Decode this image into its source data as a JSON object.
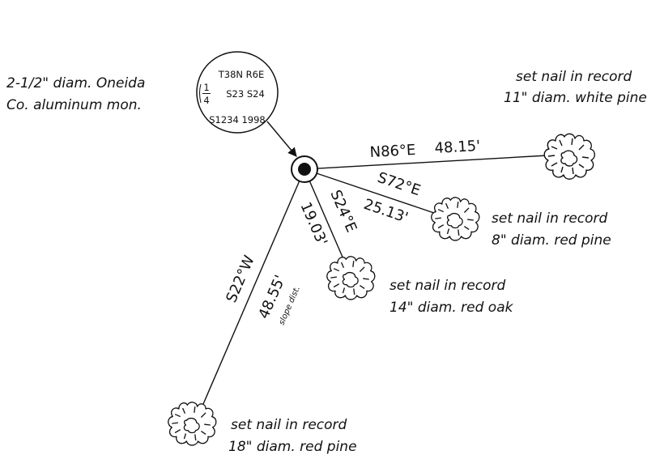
{
  "monument": {
    "description_line1": "2-1/2\" diam. Oneida",
    "description_line2": "Co. aluminum mon.",
    "cap": {
      "line1": "T38N R6E",
      "quarter_num": "1",
      "quarter_den": "4",
      "line2": "S23 S24",
      "line3": "S1234 1998"
    }
  },
  "ties": [
    {
      "bearing": "N86°E",
      "distance": "48.15'",
      "note_line1": "set nail in record",
      "note_line2": "11\" diam. white pine"
    },
    {
      "bearing": "S72°E",
      "distance": "25.13'",
      "note_line1": "set nail in record",
      "note_line2": "8\" diam. red pine"
    },
    {
      "bearing": "S24°E",
      "distance": "19.03'",
      "note_line1": "set nail in record",
      "note_line2": "14\" diam. red oak"
    },
    {
      "bearing": "S22°W",
      "distance": "48.55'",
      "distance_note": "slope dist.",
      "note_line1": "set nail in record",
      "note_line2": "18\" diam. red pine"
    }
  ]
}
